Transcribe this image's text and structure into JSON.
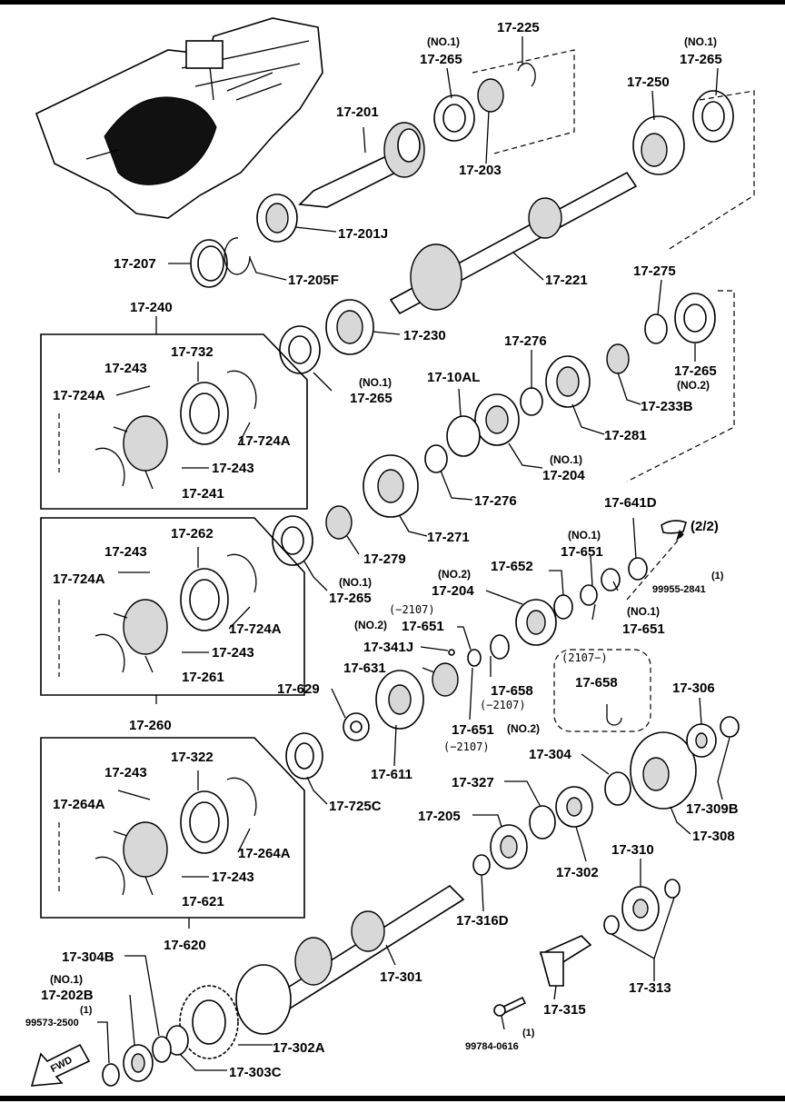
{
  "labels": {
    "l17225": "17-225",
    "no1_a": "(NO.1)",
    "l17265_a": "17-265",
    "no1_b": "(NO.1)",
    "l17265_b": "17-265",
    "l17201": "17-201",
    "l17250": "17-250",
    "l17203": "17-203",
    "l17201J": "17-201J",
    "l17207": "17-207",
    "l17205F": "17-205F",
    "l17221": "17-221",
    "l17240": "17-240",
    "l17275": "17-275",
    "l17230": "17-230",
    "l17732": "17-732",
    "l17243_a": "17-243",
    "l17724A_a": "17-724A",
    "l17724A_b": "17-724A",
    "l17243_b": "17-243",
    "l17241": "17-241",
    "no1_c": "(NO.1)",
    "l17265_c": "17-265",
    "l17276_a": "17-276",
    "l17265_d": "17-265",
    "no2_d": "(NO.2)",
    "l1710AL": "17-10AL",
    "l17233B": "17-233B",
    "l17281": "17-281",
    "no1_e": "(NO.1)",
    "l17204_a": "17-204",
    "l17276_b": "17-276",
    "l17271": "17-271",
    "l17641D": "17-641D",
    "page_ref": "(2/2)",
    "l17262": "17-262",
    "l17243_c": "17-243",
    "l17724A_c": "17-724A",
    "l17724A_d": "17-724A",
    "l17243_d": "17-243",
    "l17261": "17-261",
    "l17279": "17-279",
    "no1_f": "(NO.1)",
    "l17265_e": "17-265",
    "no1_g": "(NO.1)",
    "l17651_a": "17-651",
    "q1": "(1)",
    "l99955": "99955-2841",
    "no2_h": "(NO.2)",
    "l17204_b": "17-204",
    "l17652": "17-652",
    "no1_i": "(NO.1)",
    "l17651_b": "17-651",
    "code2107_a": "(−2107)",
    "no2_j": "(NO.2)",
    "l17651_c": "17-651",
    "code2107_box": "(2107−)",
    "l17658_box": "17-658",
    "l17341J": "17-341J",
    "l17631": "17-631",
    "l17658": "17-658",
    "code2107_b": "(−2107)",
    "l17629": "17-629",
    "l17651_d": "17-651",
    "no2_k": "(NO.2)",
    "code2107_c": "(−2107)",
    "l17306": "17-306",
    "l17260": "17-260",
    "l17611": "17-611",
    "l17304": "17-304",
    "l17322": "17-322",
    "l17725C": "17-725C",
    "l17327": "17-327",
    "l17309B": "17-309B",
    "l17243_e": "17-243",
    "l17264A_a": "17-264A",
    "l17205": "17-205",
    "l17308": "17-308",
    "l17264A_b": "17-264A",
    "l17302": "17-302",
    "l17310": "17-310",
    "l17243_f": "17-243",
    "l17621": "17-621",
    "l17316D": "17-316D",
    "l17620": "17-620",
    "l17304B": "17-304B",
    "l17301": "17-301",
    "l17313": "17-313",
    "no1_l": "(NO.1)",
    "l17202B": "17-202B",
    "q2": "(1)",
    "l99573": "99573-2500",
    "l17315": "17-315",
    "l17302A": "17-302A",
    "q3": "(1)",
    "l99784": "99784-0616",
    "fwd": "FWD",
    "l17303C": "17-303C"
  },
  "icons": {
    "pointer": "hand-pointer-icon",
    "fwd": "fwd-arrow-icon"
  }
}
